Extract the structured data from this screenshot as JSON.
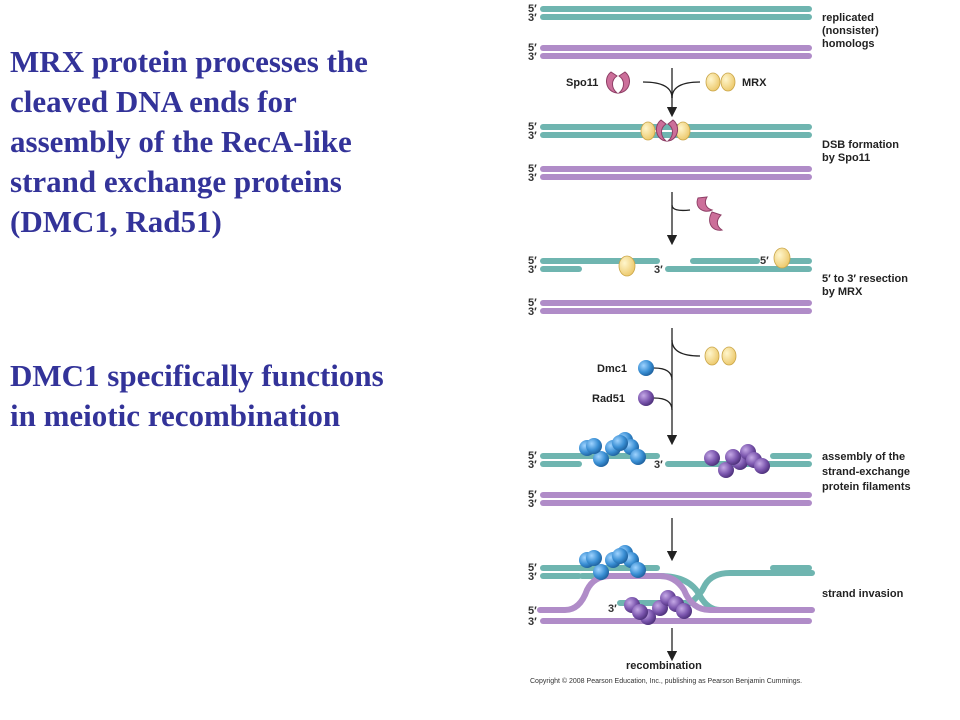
{
  "slide": {
    "paragraph1_lines": [
      "MRX protein processes the",
      "cleaved DNA ends for",
      "assembly of the RecA-like",
      "strand exchange proteins",
      "(DMC1, Rad51)"
    ],
    "paragraph2_lines": [
      "DMC1 specifically functions",
      "in meiotic recombination"
    ]
  },
  "diagram": {
    "strand_end_5": "5′",
    "strand_end_3": "3′",
    "proteins": {
      "spo11": "Spo11",
      "mrx": "MRX",
      "dmc1": "Dmc1",
      "rad51": "Rad51"
    },
    "steps": [
      {
        "lines": [
          "replicated",
          "(nonsister)",
          "homologs"
        ]
      },
      {
        "lines": [
          "DSB formation",
          "by Spo11"
        ]
      },
      {
        "lines": [
          "5′ to 3′ resection",
          "by MRX"
        ]
      },
      {
        "lines": [
          "assembly of the",
          "strand-exchange",
          "protein filaments"
        ]
      },
      {
        "lines": [
          "strand invasion"
        ]
      }
    ],
    "final_label": "recombination",
    "copyright": "Copyright © 2008 Pearson Education, Inc., publishing as Pearson Benjamin Cummings."
  },
  "colors": {
    "title_text": "#333399",
    "teal_strand": "#6fb5b0",
    "purple_strand": "#b08cc8",
    "spo11": "#cc6f9a",
    "mrx": "#f3dc86",
    "dmc1": "#3a8fd4",
    "rad51": "#7a55ad"
  }
}
